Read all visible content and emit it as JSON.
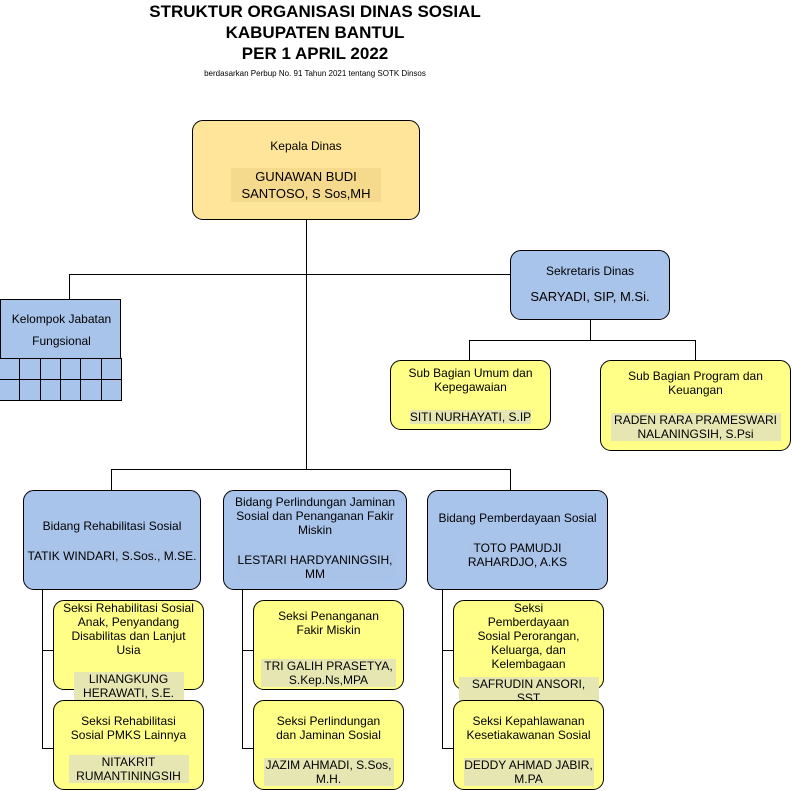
{
  "header": {
    "title_line1": "STRUKTUR ORGANISASI DINAS SOSIAL",
    "title_line2": "KABUPATEN BANTUL",
    "title_line3": "PER 1 APRIL 2022",
    "subtitle": "berdasarkan Perbup No. 91 Tahun 2021 tentang SOTK Dinsos"
  },
  "kepala": {
    "role": "Kepala Dinas",
    "name": "GUNAWAN BUDI SANTOSO, S Sos,MH"
  },
  "sekretaris": {
    "role": "Sekretaris Dinas",
    "name": "SARYADI, SIP, M.Si."
  },
  "kelompok": {
    "label": "Kelompok Jabatan Fungsional"
  },
  "subbag_umum": {
    "role": "Sub Bagian Umum dan Kepegawaian",
    "name": "SITI NURHAYATI, S.IP"
  },
  "subbag_program": {
    "role": "Sub Bagian Program dan Keuangan",
    "name": "RADEN RARA PRAMESWARI NALANINGSIH, S.Psi"
  },
  "bidang_rehab": {
    "role": "Bidang Rehabilitasi Sosial",
    "name": "TATIK WINDARI, S.Sos., M.SE."
  },
  "bidang_perlindungan": {
    "role": "Bidang Perlindungan Jaminan Sosial dan Penanganan Fakir Miskin",
    "name": "LESTARI HARDYANINGSIH, MM"
  },
  "bidang_pemberdayaan": {
    "role": "Bidang Pemberdayaan Sosial",
    "name": "TOTO PAMUDJI RAHARDJO, A.KS"
  },
  "seksi": {
    "rehab_anak": {
      "role": "Seksi Rehabilitasi Sosial Anak, Penyandang Disabilitas dan Lanjut Usia",
      "name": "LINANGKUNG HERAWATI, S.E."
    },
    "rehab_pmks": {
      "role": "Seksi Rehabilitasi Sosial PMKS Lainnya",
      "name": "NITAKRIT RUMANTININGSIH"
    },
    "fakir_miskin": {
      "role": "Seksi Penanganan Fakir Miskin",
      "name": "TRI GALIH PRASETYA, S.Kep.Ns,MPA"
    },
    "jaminan": {
      "role": "Seksi Perlindungan dan Jaminan Sosial",
      "name": "JAZIM AHMADI, S.Sos, M.H."
    },
    "pemberdayaan": {
      "role": "Seksi Pemberdayaan Sosial Perorangan, Keluarga, dan Kelembagaan",
      "name": "SAFRUDIN ANSORI, SST"
    },
    "kepahlawanan": {
      "role": "Seksi Kepahlawanan Kesetiakawanan Sosial",
      "name": "DEDDY AHMAD JABIR, M.PA"
    }
  }
}
